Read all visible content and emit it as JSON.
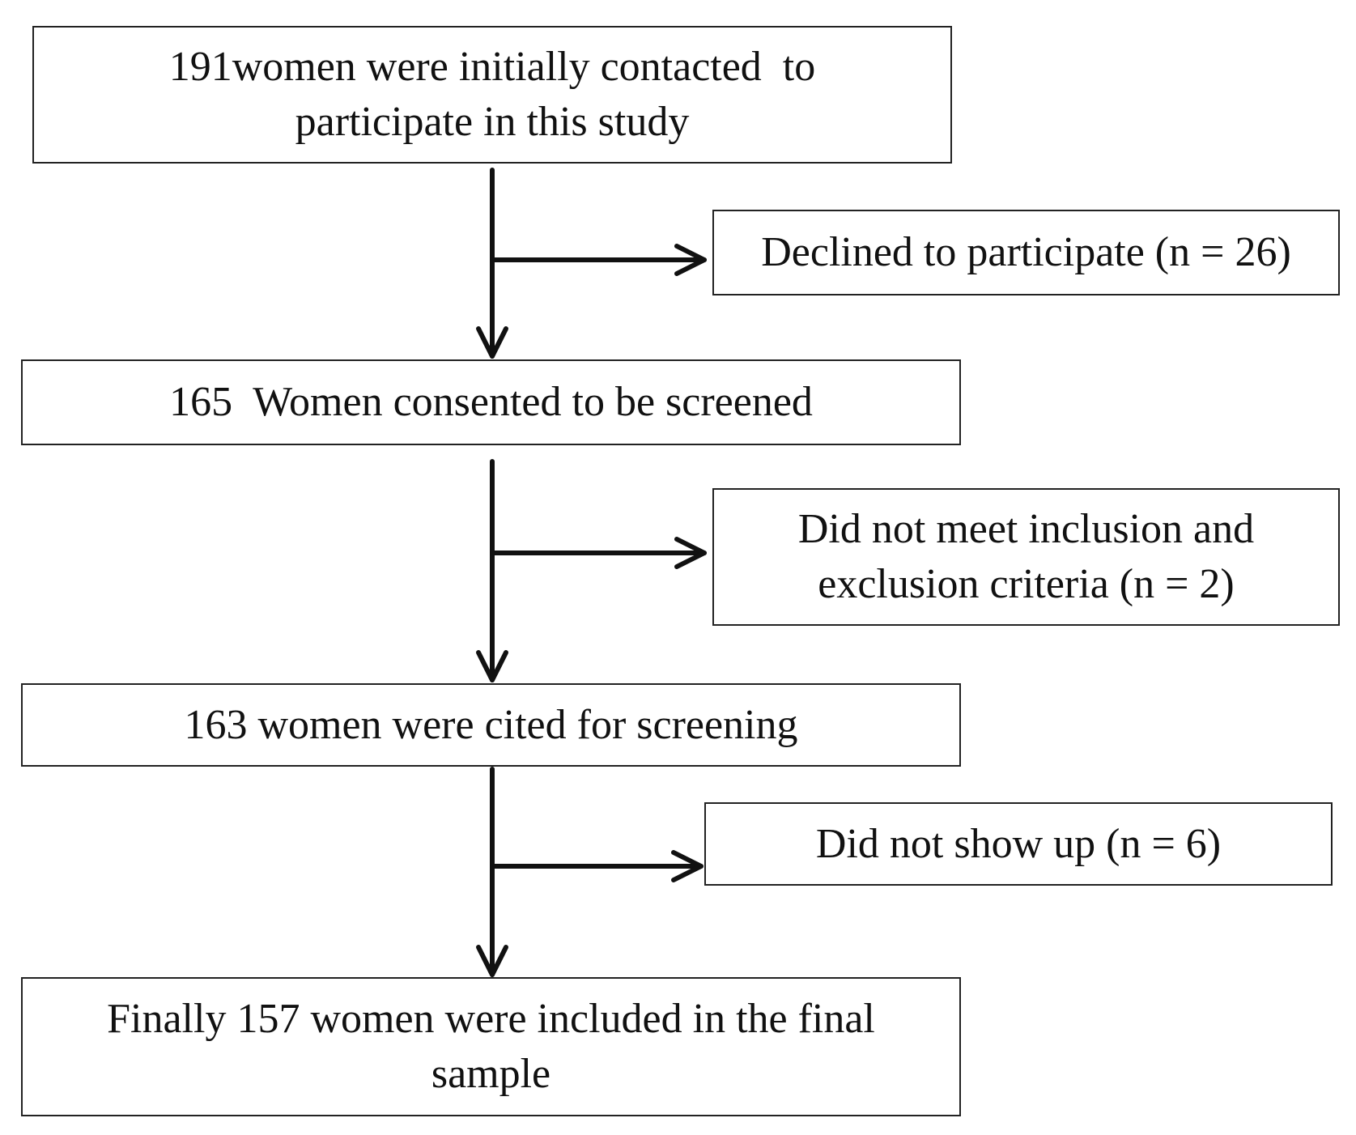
{
  "main_flow": [
    {
      "lines": [
        "191women were initially contacted  to",
        "participate in this study"
      ]
    },
    {
      "lines": [
        "165  Women consented to be screened"
      ]
    },
    {
      "lines": [
        "163 women were cited for screening"
      ]
    },
    {
      "lines": [
        "Finally 157 women were included in the final",
        "sample"
      ]
    }
  ],
  "exclusions": [
    {
      "lines": [
        "Declined to participate (n = 26)"
      ]
    },
    {
      "lines": [
        "Did not meet inclusion and",
        "exclusion criteria (n = 2)"
      ]
    },
    {
      "lines": [
        "Did not show up (n = 6)"
      ]
    }
  ],
  "colors": {
    "stroke": "#111111",
    "box_border": "#222222",
    "background": "#ffffff"
  }
}
